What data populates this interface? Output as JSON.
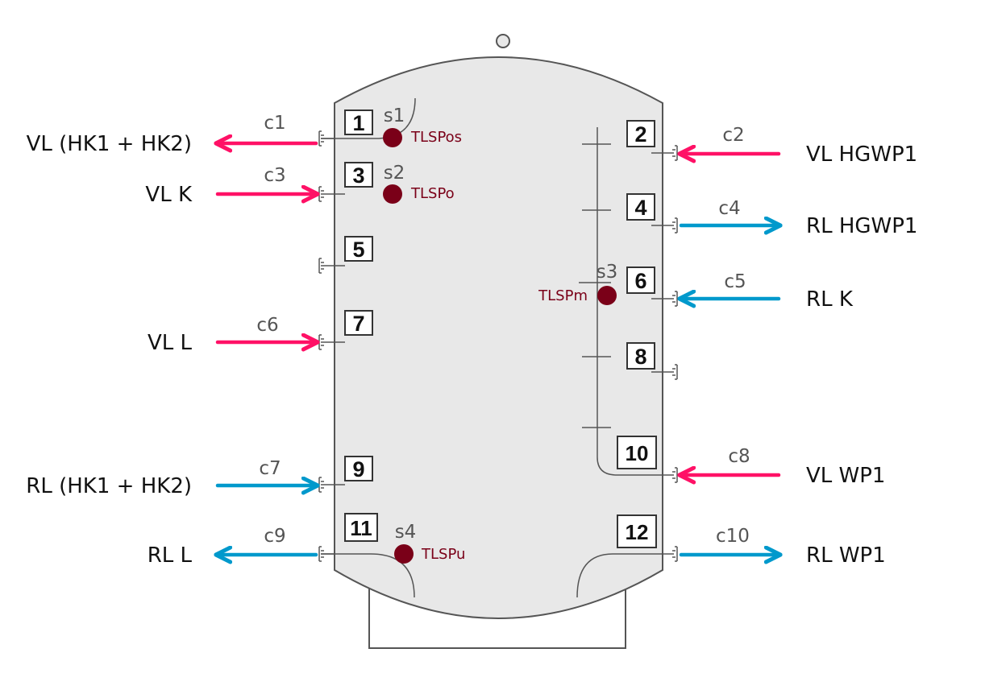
{
  "colors": {
    "supply": "#ff1166",
    "return": "#0099cc",
    "sensor": "#7a0018",
    "tank_fill": "#e8e8e8",
    "outline": "#555555",
    "label": "#111111",
    "connector_label": "#555555"
  },
  "ports": [
    {
      "number": "1",
      "side": "left"
    },
    {
      "number": "3",
      "side": "left"
    },
    {
      "number": "5",
      "side": "left"
    },
    {
      "number": "7",
      "side": "left"
    },
    {
      "number": "9",
      "side": "left"
    },
    {
      "number": "11",
      "side": "left"
    },
    {
      "number": "2",
      "side": "right"
    },
    {
      "number": "4",
      "side": "right"
    },
    {
      "number": "6",
      "side": "right"
    },
    {
      "number": "8",
      "side": "right"
    },
    {
      "number": "10",
      "side": "right"
    },
    {
      "number": "12",
      "side": "right"
    }
  ],
  "connections": [
    {
      "id": "c1",
      "label": "VL (HK1 + HK2)",
      "port": "1",
      "side": "left",
      "direction": "out",
      "flow": "supply"
    },
    {
      "id": "c3",
      "label": "VL K",
      "port": "3",
      "side": "left",
      "direction": "in",
      "flow": "supply"
    },
    {
      "id": "c6",
      "label": "VL L",
      "port": "7",
      "side": "left",
      "direction": "in",
      "flow": "supply"
    },
    {
      "id": "c7",
      "label": "RL (HK1 + HK2)",
      "port": "9",
      "side": "left",
      "direction": "in",
      "flow": "return"
    },
    {
      "id": "c9",
      "label": "RL L",
      "port": "11",
      "side": "left",
      "direction": "out",
      "flow": "return"
    },
    {
      "id": "c2",
      "label": "VL HGWP1",
      "port": "2",
      "side": "right",
      "direction": "in",
      "flow": "supply"
    },
    {
      "id": "c4",
      "label": "RL HGWP1",
      "port": "4",
      "side": "right",
      "direction": "out",
      "flow": "return"
    },
    {
      "id": "c5",
      "label": "RL K",
      "port": "6",
      "side": "right",
      "direction": "in",
      "flow": "return"
    },
    {
      "id": "c8",
      "label": "VL WP1",
      "port": "10",
      "side": "right",
      "direction": "in",
      "flow": "supply"
    },
    {
      "id": "c10",
      "label": "RL WP1",
      "port": "12",
      "side": "right",
      "direction": "out",
      "flow": "return"
    }
  ],
  "sensors": [
    {
      "id": "s1",
      "name": "TLSPos"
    },
    {
      "id": "s2",
      "name": "TLSPo"
    },
    {
      "id": "s3",
      "name": "TLSPm"
    },
    {
      "id": "s4",
      "name": "TLSPu"
    }
  ]
}
